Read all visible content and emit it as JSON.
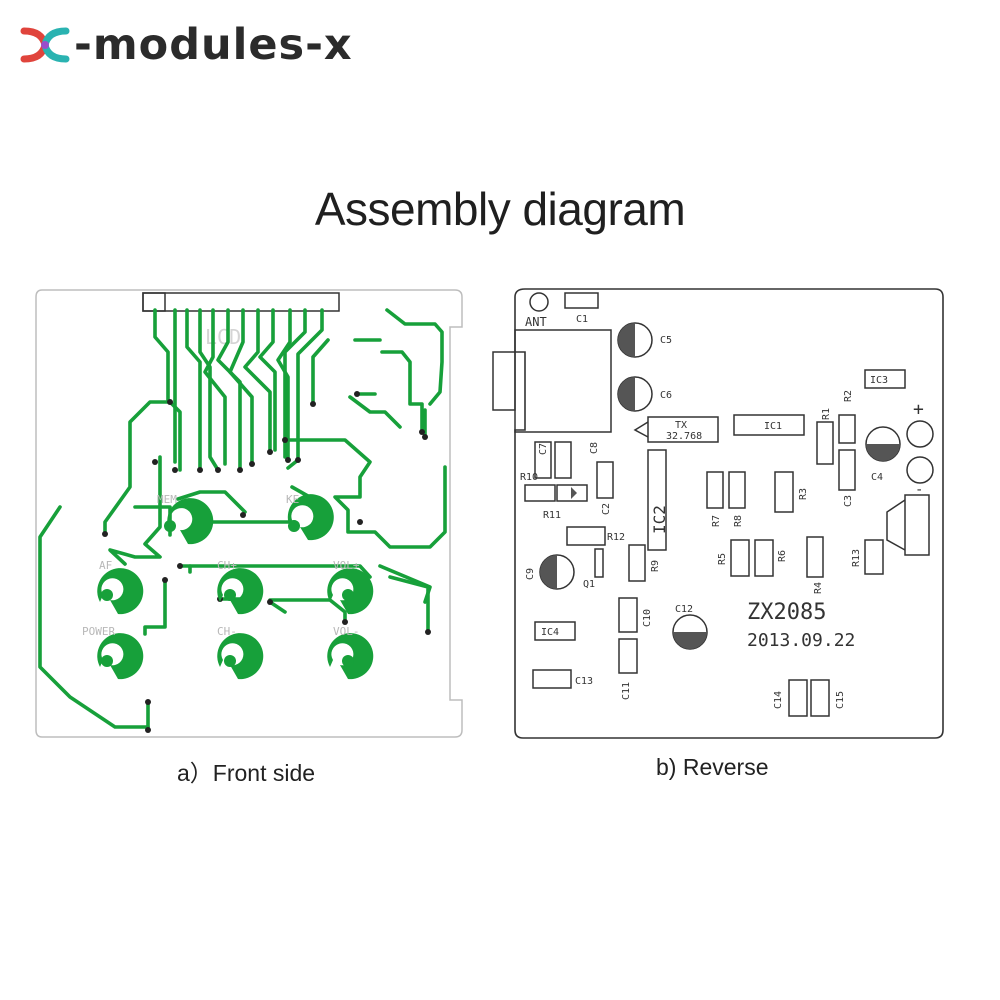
{
  "brand": {
    "name": "-modules-x",
    "logo_colors": [
      "#e0443c",
      "#9b4dca",
      "#2ab3b1"
    ]
  },
  "title": "Assembly diagram",
  "panels": {
    "front": {
      "caption": "a）Front side",
      "trace_color": "#17a03a",
      "pcb_label": "LCD",
      "labels": {
        "mem": "MEM",
        "ke": "KE",
        "af": "AF",
        "ch_plus": "CH+",
        "vol_plus": "VOL+",
        "power": "POWER",
        "ch_minus": "CH-",
        "vol_minus": "VOL-"
      }
    },
    "reverse": {
      "caption": "b) Reverse",
      "board_name": "ZX2085",
      "board_date": "2013.09.22",
      "components": {
        "ant": "ANT",
        "c1": "C1",
        "c5": "C5",
        "c6": "C6",
        "tx1": "TX",
        "tx2": "32.768",
        "ic1": "IC1",
        "ic2": "IC2",
        "ic3": "IC3",
        "ic4": "IC4",
        "r1": "R1",
        "r2": "R2",
        "r3": "R3",
        "r4": "R4",
        "r5": "R5",
        "r6": "R6",
        "r7": "R7",
        "r8": "R8",
        "r9": "R9",
        "r10": "R10",
        "r11": "R11",
        "r12": "R12",
        "r13": "R13",
        "c2": "C2",
        "c3": "C3",
        "c4": "C4",
        "c7": "C7",
        "c8": "C8",
        "c9": "C9",
        "c10": "C10",
        "c11": "C11",
        "c12": "C12",
        "c13": "C13",
        "c14": "C14",
        "c15": "C15",
        "q1": "Q1",
        "plus": "+",
        "minus": "-"
      }
    }
  }
}
